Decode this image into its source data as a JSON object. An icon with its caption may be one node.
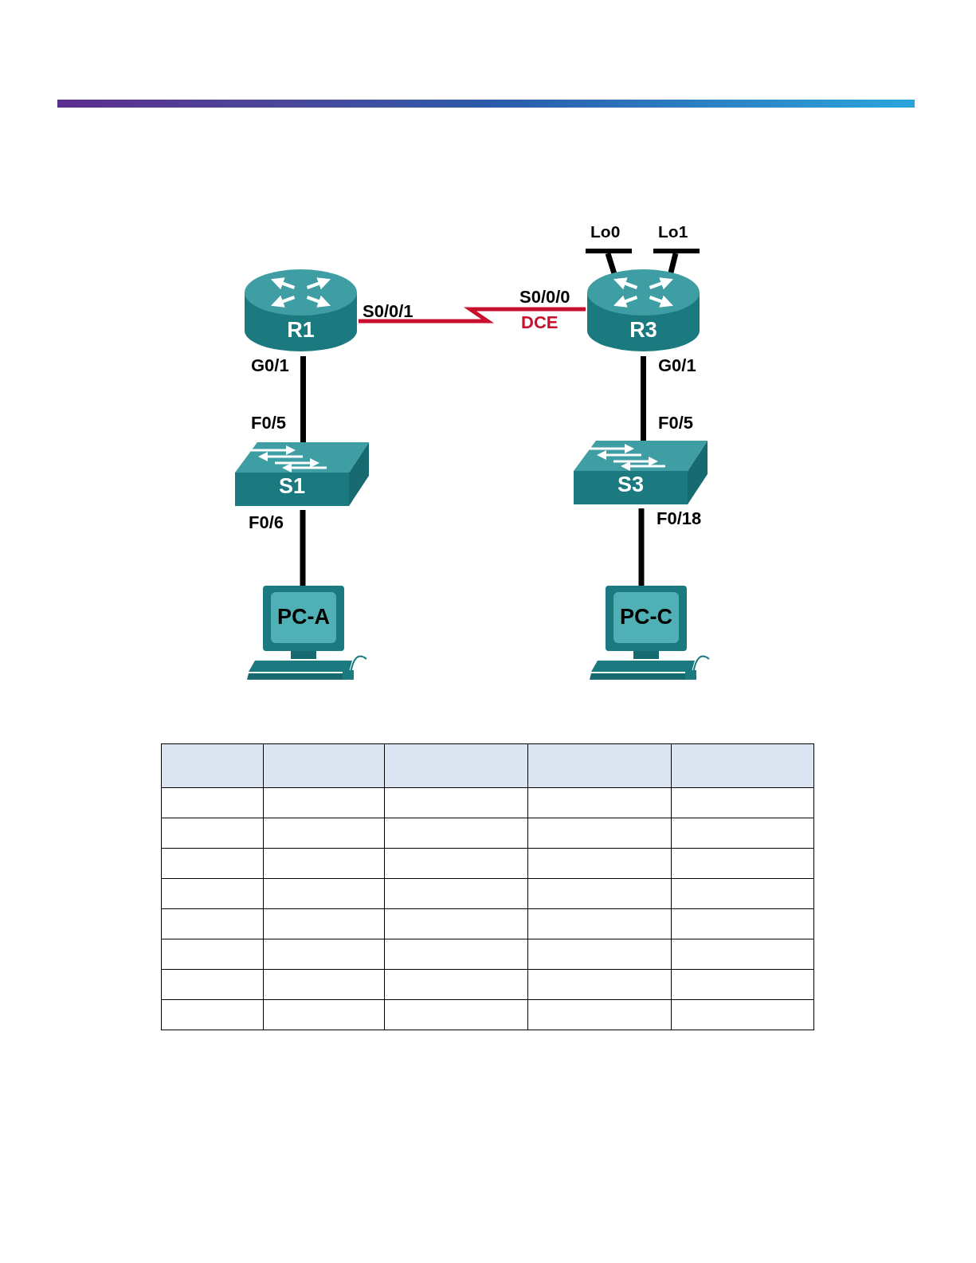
{
  "diagram": {
    "nodes": [
      {
        "text": [
          "R1"
        ],
        "beside": [
          "S0/0/1",
          "G0/1"
        ]
      },
      {
        "text": [
          "R3"
        ],
        "beside": [
          "S0/0/0",
          "DCE",
          "G0/1"
        ]
      },
      {
        "text": [
          "S1"
        ],
        "beside": [
          "F0/5",
          "F0/6"
        ]
      },
      {
        "text": [
          "S3"
        ],
        "beside": [
          "F0/5",
          "F0/18"
        ]
      },
      {
        "text": [
          "PC-A"
        ]
      },
      {
        "text": [
          "PC-C"
        ]
      },
      {
        "text": [
          "Lo0"
        ]
      },
      {
        "text": [
          "Lo1"
        ]
      }
    ],
    "edges": [
      {
        "from": 0,
        "to": 1,
        "arrow": "none",
        "color": "#c8102e"
      },
      {
        "from": 0,
        "to": 2,
        "arrow": "none"
      },
      {
        "from": 2,
        "to": 4,
        "arrow": "none"
      },
      {
        "from": 1,
        "to": 3,
        "arrow": "none"
      },
      {
        "from": 3,
        "to": 5,
        "arrow": "none"
      },
      {
        "from": 1,
        "to": 6,
        "arrow": "none"
      },
      {
        "from": 1,
        "to": 7,
        "arrow": "none"
      }
    ]
  }
}
